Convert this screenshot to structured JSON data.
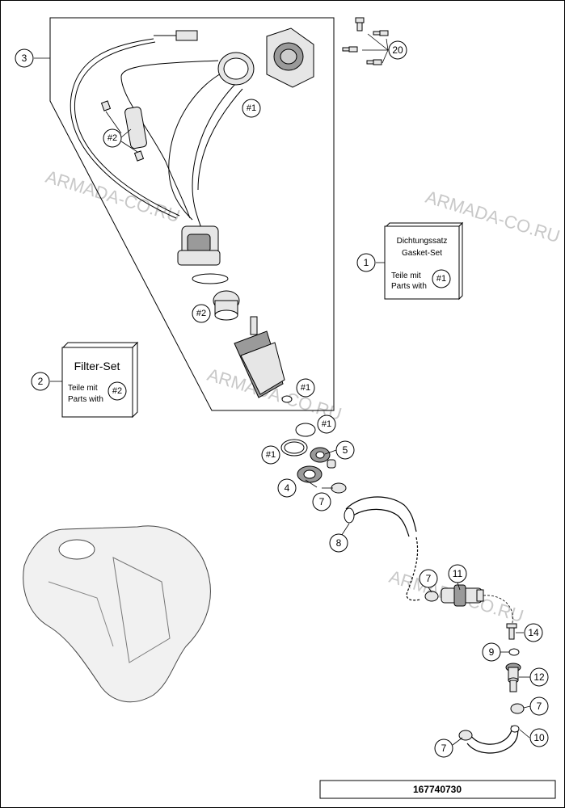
{
  "drawing_number": "167740730",
  "watermark": "ARMADA-CO.RU",
  "callouts": [
    "1",
    "2",
    "3",
    "4",
    "5",
    "7",
    "8",
    "9",
    "10",
    "11",
    "12",
    "14",
    "20"
  ],
  "references": {
    "gasket": "#1",
    "filter": "#2"
  },
  "gasket_set": {
    "title": "Dichtungssatz",
    "subtitle": "Gasket-Set",
    "line1": "Teile mit",
    "line2": "Parts with",
    "ref": "#1"
  },
  "filter_set": {
    "title": "Filter-Set",
    "line1": "Teile mit",
    "line2": "Parts with",
    "ref": "#2"
  }
}
